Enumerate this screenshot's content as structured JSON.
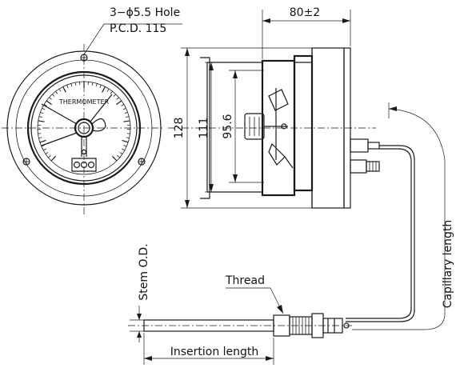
{
  "labels": {
    "hole": "3−ϕ5.5  Hole",
    "pcd": "P.C.D.  115",
    "width_80": "80±2",
    "dim_128": "128",
    "dim_111": "111",
    "dim_956": "95.6",
    "dial_text": "THERMOMETER",
    "thread": "Thread",
    "stem_od": "Stem  O.D.",
    "capillary": "Capillary  length",
    "insertion": "Insertion  length"
  }
}
